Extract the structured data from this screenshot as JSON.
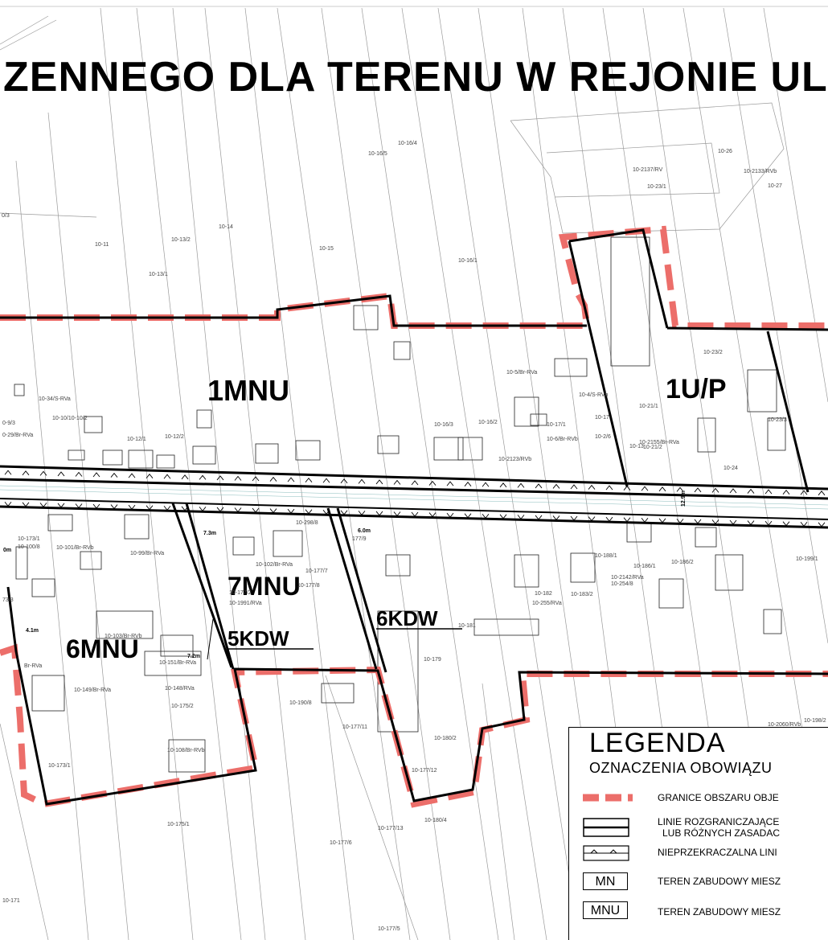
{
  "header": {
    "title": "ZENNEGO DLA TERENU W REJONIE UL"
  },
  "zones": [
    {
      "id": "1MNU",
      "label": "1MNU"
    },
    {
      "id": "1U/P",
      "label": "1U/P"
    },
    {
      "id": "7MNU",
      "label": "7MNU"
    },
    {
      "id": "5KDW",
      "label": "5KDW"
    },
    {
      "id": "6KDW",
      "label": "6KDW"
    },
    {
      "id": "6MNU",
      "label": "6MNU"
    }
  ],
  "parcels": [
    "10-16/5",
    "10-16/4",
    "10-26",
    "10-2137/RV",
    "10-23/1",
    "10-2133/RVb",
    "10-27",
    "0/3",
    "10-14",
    "10-13/2",
    "10-11",
    "10-15",
    "10-13/1",
    "10-16/1",
    "10-23/2",
    "10-5/Br-RVa",
    "10-4/S-RVb",
    "10-21/1",
    "10-34/S-RVa",
    "10-10/10-10/2",
    "0-9/3",
    "0-29/Br-RVa",
    "10-12/1",
    "10-12/2",
    "10-16/3",
    "10-16/2",
    "10-17/1",
    "10-17",
    "10-6/Br-RVb",
    "10-2/6",
    "10-2155/Br-RVa",
    "10-13",
    "10-21/2",
    "10-23/3",
    "10-2123/RVb",
    "10-24",
    "10-173/1",
    "10-100/8",
    "10-101/Br-RVb",
    "10-99/Br-RVa",
    "10-298/8",
    "177/9",
    "10-102/Br-RVa",
    "10-177/7",
    "10-188/1",
    "10-186/1",
    "10-186/2",
    "10-199/1",
    "73/3",
    "10-177/2",
    "10-177/8",
    "10-2142/RVa",
    "10-254/8",
    "10-182",
    "10-183/2",
    "10-255/RVa",
    "10-1991/RVa",
    "10-181",
    "10-103/Br-RVb",
    "10-151/Br-RVa",
    "Br-RVa",
    "10-179",
    "10-149/Br-RVa",
    "10-148/RVa",
    "10-175/2",
    "10-190/8",
    "10-177/11",
    "10-180/2",
    "10-2060/RVb",
    "10-198/2",
    "10-108/Br-RVb",
    "10-173/1",
    "10-177/12",
    "10-175/1",
    "10-177/13",
    "10-180/4",
    "10-177/6",
    "10-171",
    "10-177/5"
  ],
  "dimensions": [
    "7.3m",
    "6.0m",
    "4.1m",
    "7.2m",
    "0m",
    "12.9m"
  ],
  "legend": {
    "title": "LEGENDA",
    "subtitle": "OZNACZENIA OBOWIĄZU",
    "items": [
      {
        "symbol": "dashed-red-line",
        "text": "GRANICE OBSZARU OBJE"
      },
      {
        "symbol": "double-line",
        "text": "LINIE ROZGRANICZAJĄCE",
        "text2": "LUB RÓŻNYCH ZASADAC"
      },
      {
        "symbol": "triangle-line",
        "text": "NIEPRZEKRACZALNA LINI"
      },
      {
        "symbol": "box",
        "code": "MN",
        "text": "TEREN ZABUDOWY MIESZ"
      },
      {
        "symbol": "box",
        "code": "MNU",
        "text": "TEREN ZABUDOWY MIESZ"
      }
    ]
  },
  "colors": {
    "boundary": "#ec6e6a",
    "lines": "#000000",
    "cadastral": "#8a8a8a"
  }
}
